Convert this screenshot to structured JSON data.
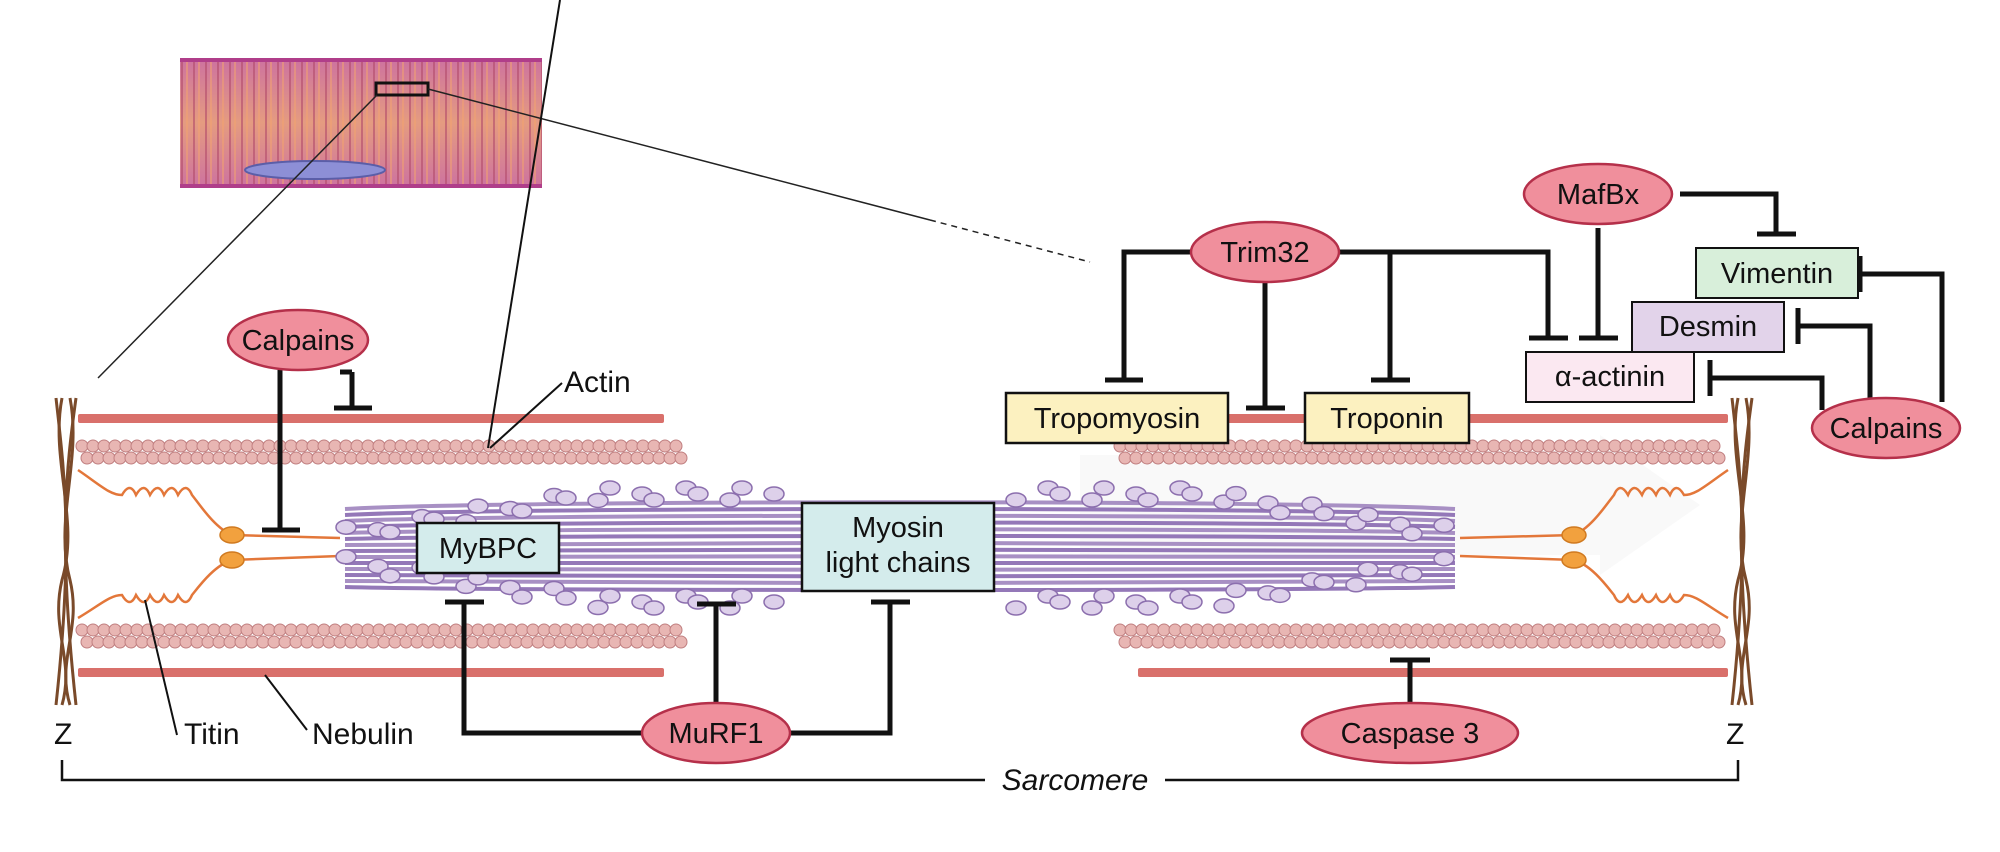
{
  "diagram": {
    "enzymes": {
      "calpains_left": "Calpains",
      "trim32": "Trim32",
      "mafbx": "MafBx",
      "calpains_right": "Calpains",
      "murf1": "MuRF1",
      "caspase3": "Caspase 3"
    },
    "targets": {
      "mybpc": "MyBPC",
      "myosin_lc_line1": "Myosin",
      "myosin_lc_line2": "light chains",
      "tropomyosin": "Tropomyosin",
      "troponin": "Troponin",
      "alpha_actinin": "α-actinin",
      "desmin": "Desmin",
      "vimentin": "Vimentin"
    },
    "structure_labels": {
      "actin": "Actin",
      "titin": "Titin",
      "nebulin": "Nebulin",
      "z_left": "Z",
      "z_right": "Z",
      "sarcomere": "Sarcomere"
    },
    "colors": {
      "enzyme_fill": "#f08f9c",
      "enzyme_stroke": "#b5304a",
      "teal_box": "#d4ecec",
      "yellow_box": "#fcf1c0",
      "pink_box": "#fbe8f1",
      "purple_box": "#e2d3ea",
      "green_box": "#d8efda",
      "myosin": "#a890c4",
      "actin_bead": "#e8b6b3",
      "nebulin_band": "#d9706b",
      "titin": "#e3773a",
      "z_disc": "#7a4a2a"
    }
  }
}
